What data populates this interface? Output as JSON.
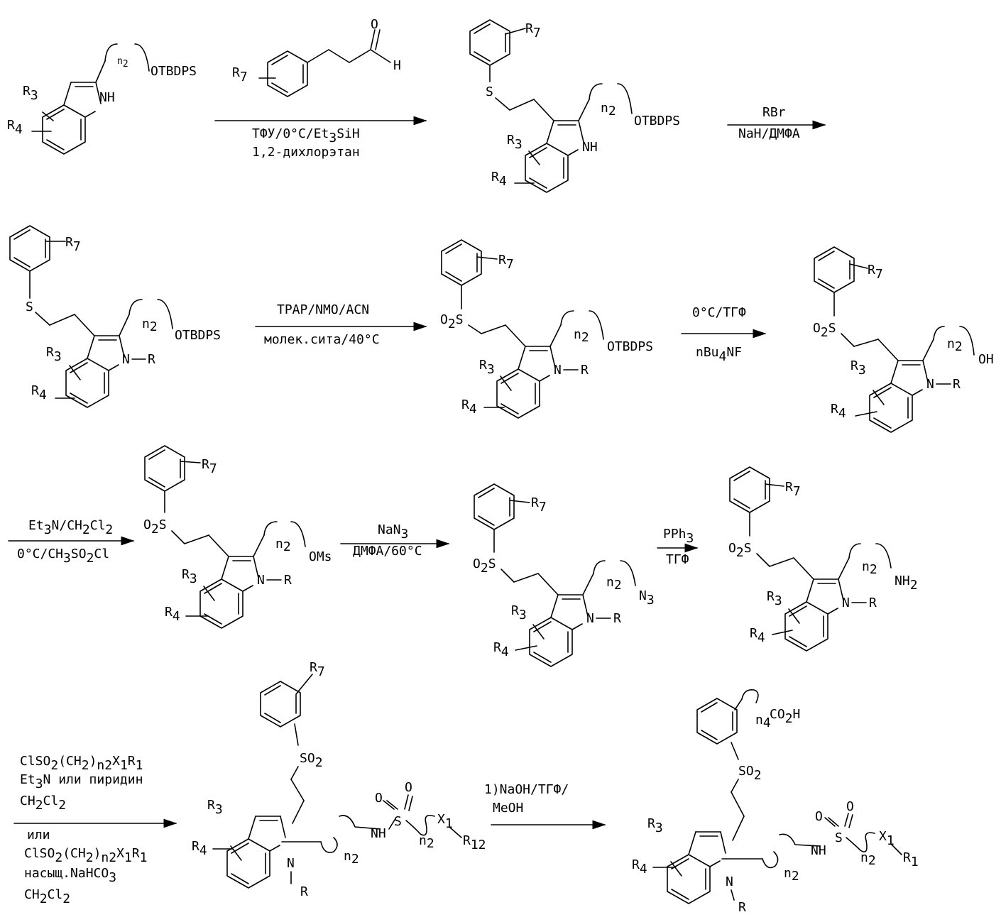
{
  "labels": {
    "otbdps": "OTBDPS",
    "nh": "NH",
    "n": "N",
    "r": "R",
    "r3": "R",
    "r3s": "3",
    "r4": "R",
    "r4s": "4",
    "r7": "R",
    "r7s": "7",
    "n2": "n",
    "n2s": "2",
    "s": "S",
    "o2s": "O",
    "o2ss": "2",
    "o2sS": "S",
    "so2": "SO",
    "so2s": "2",
    "o": "O",
    "h": "H",
    "oh": "OH",
    "oms": "OMs",
    "n3": "N",
    "n3s": "3",
    "nh2": "NH",
    "nh2s": "2",
    "r12": "R",
    "r12s": "12",
    "r1": "R",
    "r1s": "1",
    "x1": "X",
    "x1s": "1",
    "n4co2h": "n",
    "n4s": "4",
    "co2h": "CO",
    "co2hs": "2",
    "co2hh": "H"
  },
  "conditions": {
    "step1_top": "",
    "step1_l1": "ТФУ/0°C/Et",
    "step1_l1s": "3",
    "step1_l1b": "SiH",
    "step1_l2": "1,2-дихлорэтан",
    "step2_top": "RBr",
    "step2_bottom": "NaH/ДМФА",
    "step3_top": "TPAP/NMO/ACN",
    "step3_bottom": "молек.сита/40°C",
    "step4_top": "0°C/ТГФ",
    "step4_bottom": "nBu",
    "step4_bottom_s": "4",
    "step4_bottom_b": "NF",
    "step5_top": "Et",
    "step5_top_s": "3",
    "step5_top_b": "N/CH",
    "step5_top_s2": "2",
    "step5_top_c": "Cl",
    "step5_top_s3": "2",
    "step5_bottom": "0°C/CH",
    "step5_bottom_s": "3",
    "step5_bottom_b": "SO",
    "step5_bottom_s2": "2",
    "step5_bottom_c": "Cl",
    "step6_top": "NaN",
    "step6_top_s": "3",
    "step6_bottom": "ДМФА/60°C",
    "step7_top": "PPh",
    "step7_top_s": "3",
    "step7_bottom": "ТГФ",
    "step8_l1a": "ClSO",
    "step8_l1s": "2",
    "step8_l1b": "(CH",
    "step8_l1s2": "2",
    "step8_l1c": ")",
    "step8_l1s3": "n2",
    "step8_l1d": "X",
    "step8_l1s4": "1",
    "step8_l1e": "R",
    "step8_l1s5": "1",
    "step8_l2a": "Et",
    "step8_l2s": "3",
    "step8_l2b": "N или пиридин",
    "step8_l3a": "CH",
    "step8_l3s": "2",
    "step8_l3b": "Cl",
    "step8_l3s2": "2",
    "step8_l4": "или",
    "step8_l7a": "насыщ.NaHCO",
    "step8_l7s": "3",
    "step9_l1": "1)NaOH/ТГФ/",
    "step9_l2": "MeOH"
  }
}
